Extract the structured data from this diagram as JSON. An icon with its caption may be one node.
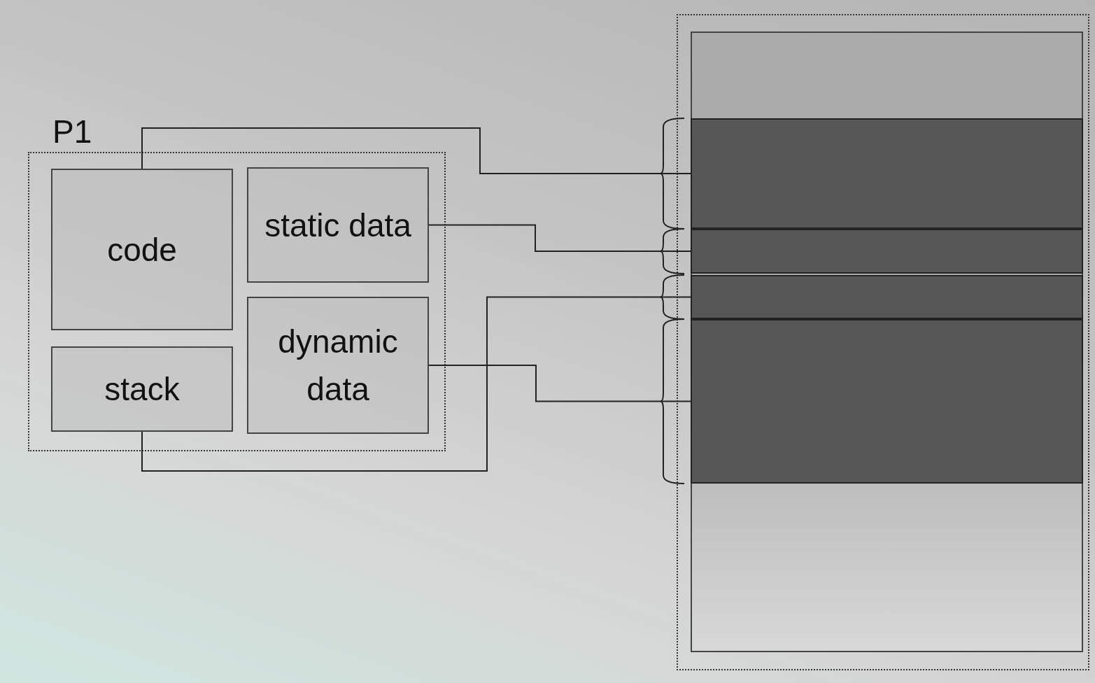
{
  "diagram": {
    "nodes": [
      {
        "text": [
          "P1"
        ]
      },
      {
        "text": [
          "code"
        ],
        "in": 0
      },
      {
        "text": [
          "static data"
        ],
        "in": 0
      },
      {
        "text": [
          "stack"
        ],
        "in": 0
      },
      {
        "text": [
          "dynamic data"
        ],
        "in": 0
      },
      {
        "text": [],
        "shape": "box"
      },
      {
        "text": [],
        "shape": "box",
        "in": 5
      },
      {
        "text": [],
        "shape": "bar",
        "in": 6
      },
      {
        "text": [],
        "shape": "bar",
        "in": 6
      },
      {
        "text": [],
        "shape": "bar",
        "in": 6
      },
      {
        "text": [],
        "shape": "bar",
        "in": 6
      }
    ],
    "edges": [
      {
        "from": 1,
        "to": 7,
        "arrow": "none"
      },
      {
        "from": 2,
        "to": 8,
        "arrow": "none"
      },
      {
        "from": 3,
        "to": 9,
        "arrow": "none"
      },
      {
        "from": 4,
        "to": 10,
        "arrow": "none"
      }
    ]
  }
}
